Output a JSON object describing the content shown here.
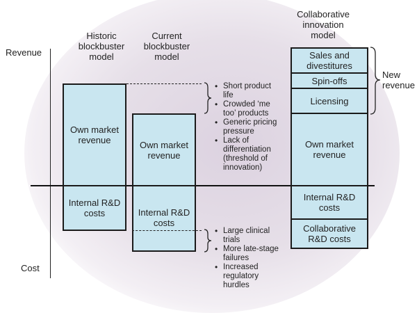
{
  "axes": {
    "top_label": "Revenue",
    "bottom_label": "Cost"
  },
  "models": [
    {
      "title": "Historic blockbuster model",
      "title_lines": [
        "Historic",
        "blockbuster",
        "model"
      ],
      "revenue_segments": [
        {
          "label": "Own market revenue",
          "lines": [
            "Own market",
            "revenue"
          ]
        }
      ],
      "cost_segments": [
        {
          "label": "Internal R&D costs",
          "lines": [
            "Internal R&D",
            "costs"
          ]
        }
      ]
    },
    {
      "title": "Current blockbuster model",
      "title_lines": [
        "Current",
        "blockbuster",
        "model"
      ],
      "revenue_segments": [
        {
          "label": "Own market revenue",
          "lines": [
            "Own market",
            "revenue"
          ]
        }
      ],
      "cost_segments": [
        {
          "label": "Internal R&D costs",
          "lines": [
            "Internal R&D",
            "costs"
          ]
        }
      ]
    },
    {
      "title": "Collaborative innovation model",
      "title_lines": [
        "Collaborative",
        "innovation",
        "model"
      ],
      "revenue_segments": [
        {
          "label": "Sales and divestitures",
          "lines": [
            "Sales and",
            "divestitures"
          ]
        },
        {
          "label": "Spin-offs",
          "lines": [
            "Spin-offs"
          ]
        },
        {
          "label": "Licensing",
          "lines": [
            "Licensing"
          ]
        },
        {
          "label": "Own market revenue",
          "lines": [
            "Own market",
            "revenue"
          ]
        }
      ],
      "cost_segments": [
        {
          "label": "Internal R&D costs",
          "lines": [
            "Internal R&D",
            "costs"
          ]
        },
        {
          "label": "Collaborative R&D costs",
          "lines": [
            "Collaborative",
            "R&D costs"
          ]
        }
      ]
    }
  ],
  "revenue_pressures": [
    {
      "lines": [
        "Short product",
        "life"
      ]
    },
    {
      "lines": [
        "Crowded ‘me",
        "too’ products"
      ]
    },
    {
      "lines": [
        "Generic pricing",
        "pressure"
      ]
    },
    {
      "lines": [
        "Lack of",
        "differentiation",
        "(threshold of",
        "innovation)"
      ]
    }
  ],
  "cost_pressures": [
    {
      "lines": [
        "Large clinical",
        "trials"
      ]
    },
    {
      "lines": [
        "More late-stage",
        "failures"
      ]
    },
    {
      "lines": [
        "Increased",
        "regulatory",
        "hurdles"
      ]
    }
  ],
  "new_revenue_label": [
    "New",
    "revenue"
  ],
  "colors": {
    "box_fill": "#c9e6f0",
    "box_border": "#1a1a1a",
    "background_glow": "#dcd2e0"
  }
}
